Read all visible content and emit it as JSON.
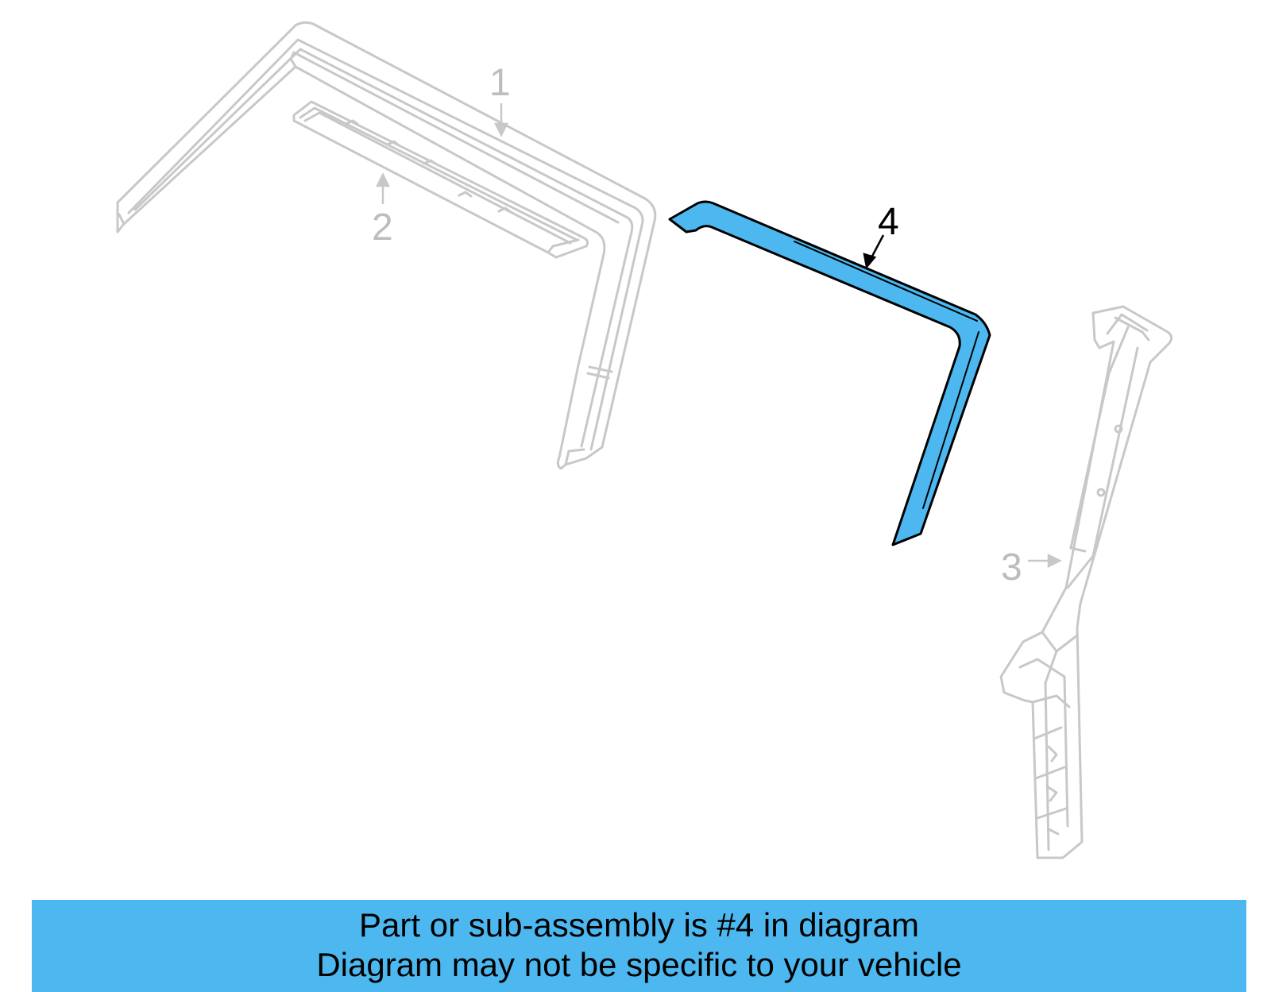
{
  "colors": {
    "highlight_fill": "#4db8f0",
    "highlight_stroke": "#000000",
    "ghost_stroke": "#c8c8c8",
    "ghost_label": "#bdbdbd",
    "banner_background": "#4db8f0",
    "banner_text": "#000000"
  },
  "callouts": {
    "part1": "1",
    "part2": "2",
    "part3": "3",
    "part4": "4"
  },
  "banner": {
    "line1": "Part or sub-assembly is #4 in diagram",
    "line2": "Diagram may not be specific to your vehicle"
  }
}
